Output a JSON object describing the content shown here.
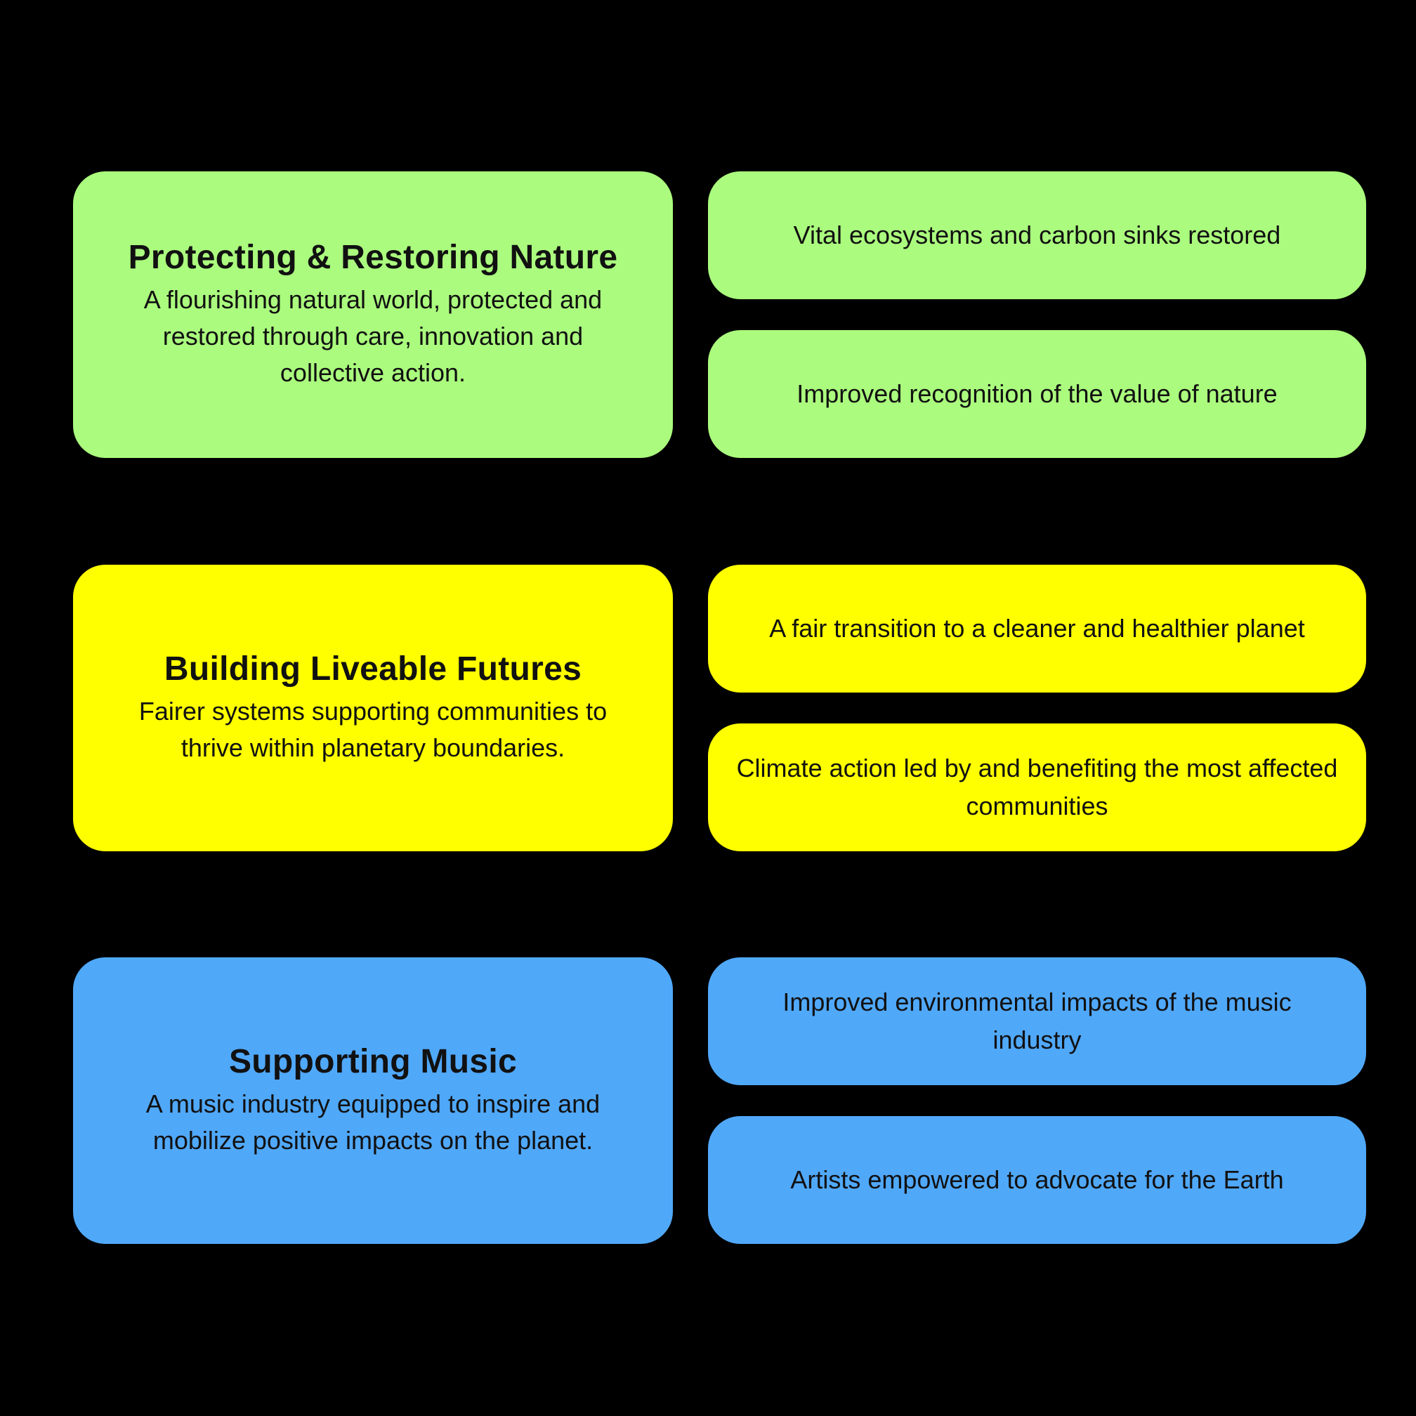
{
  "colors": {
    "background": "#000000",
    "green": "#abfc7e",
    "yellow": "#ffff00",
    "blue": "#50a8f9"
  },
  "rows": [
    {
      "title": "Protecting & Restoring Nature",
      "description": "A flourishing natural world, protected and restored through care, innovation and collective action.",
      "outcomes": [
        "Vital ecosystems and carbon sinks restored",
        "Improved recognition of the value of nature"
      ]
    },
    {
      "title": "Building Liveable Futures",
      "description": "Fairer systems supporting communities to thrive within planetary boundaries.",
      "outcomes": [
        "A fair transition to a cleaner and healthier planet",
        "Climate action led by and benefiting the most affected communities"
      ]
    },
    {
      "title": "Supporting Music",
      "description": "A music industry equipped to inspire and mobilize positive impacts on the planet.",
      "outcomes": [
        "Improved environmental impacts of the music industry",
        "Artists empowered to advocate for the Earth"
      ]
    }
  ]
}
